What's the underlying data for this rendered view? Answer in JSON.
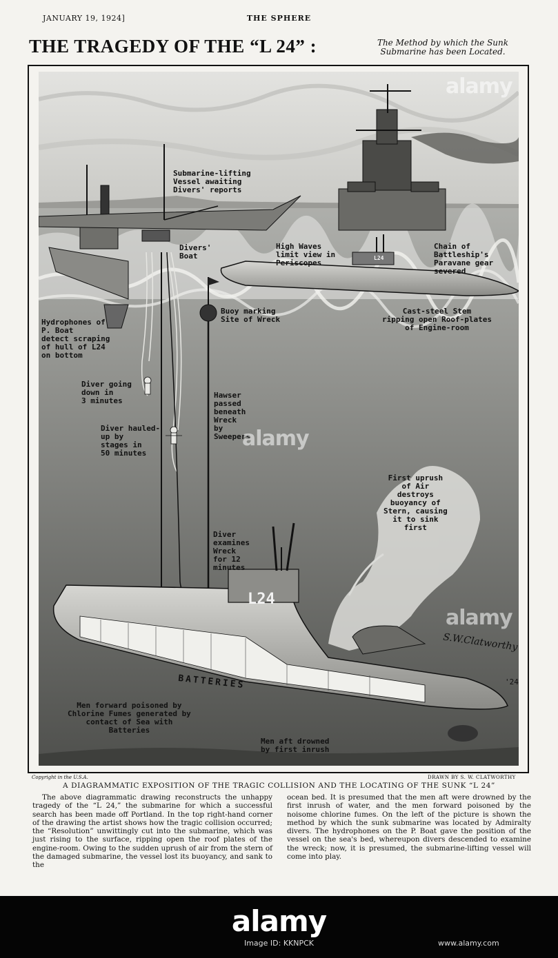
{
  "header": {
    "date": "JANUARY 19, 1924]",
    "publication": "THE SPHERE",
    "title": "THE TRAGEDY OF THE “L 24” :",
    "subtitle": "The Method by which the Sunk Submarine has been Located."
  },
  "illustration": {
    "labels": {
      "lifting_vessel": "Submarine-lifting\nVessel awaiting\nDivers' reports",
      "divers_boat": "Divers'\nBoat",
      "high_waves": "High Waves\nlimit view in\nPeriscopes",
      "chain": "Chain of\nBattleship's\nParavane gear\nsevered",
      "hydrophones": "Hydrophones of\nP. Boat\ndetect scraping\nof hull of L24\non bottom",
      "buoy": "Buoy marking\nSite of Wreck",
      "cast_steel": "Cast-steel Stem\nripping open Roof-plates\nof Engine-room",
      "diver_going": "Diver going\ndown in\n3 minutes",
      "diver_hauled": "Diver hauled-\nup by\nstages in\n50 minutes",
      "hawser": "Hawser\npassed\nbeneath\nWreck\nby\nSweepers",
      "air_inrush": "First uprush\nof Air\ndestroys\nbuoyancy of\nStern, causing\nit to sink\nfirst",
      "diver_examines": "Diver\nexamines\nWreck\nfor 12\nminutes",
      "sub_number": "L24",
      "sub_small_number": "L24",
      "batteries": "BATTERIES",
      "men_forward": "Men forward poisoned by\nChlorine Fumes generated by\ncontact of Sea with\nBatteries",
      "men_aft": "Men aft drowned\nby first inrush",
      "signature": "S.W.Clatworthy",
      "signature_year": "'24"
    },
    "colors": {
      "sky": "#d9d9d6",
      "sea_top": "#a9aaa6",
      "sea_deep": "#5a5b58",
      "ink": "#111111"
    }
  },
  "footer": {
    "copyright": "Copyright in the U.S.A.",
    "drawn_by": "DRAWN BY S. W. CLATWORTHY",
    "caption": "A DIAGRAMMATIC EXPOSITION OF THE TRAGIC COLLISION AND THE LOCATING OF THE SUNK “L 24”",
    "body_col1": "The above diagrammatic drawing reconstructs the unhappy tragedy of the “L 24,” the submarine for which a successful search has been made off Portland. In the top right-hand corner of the drawing the artist shows how the tragic collision occurred; the “Resolution” unwittingly cut into the submarine, which was just rising to the surface, ripping open the roof plates of the engine-room. Owing to the sudden uprush of air from the stern of the damaged submarine, the vessel lost its buoyancy, and sank to the",
    "body_col2": "ocean bed. It is presumed that the men aft were drowned by the first inrush of water, and the men forward poisoned by the noisome chlorine fumes. On the left of the picture is shown the method by which the sunk submarine was located by Admiralty divers. The hydrophones on the P. Boat gave the position of the vessel on the sea's bed, whereupon divers descended to examine the wreck; now, it is presumed, the submarine-lifting vessel will come into play."
  },
  "stock": {
    "brand": "alamy",
    "watermark": "alamy",
    "image_id": "Image ID: KKNPCK",
    "url": "www.alamy.com"
  }
}
